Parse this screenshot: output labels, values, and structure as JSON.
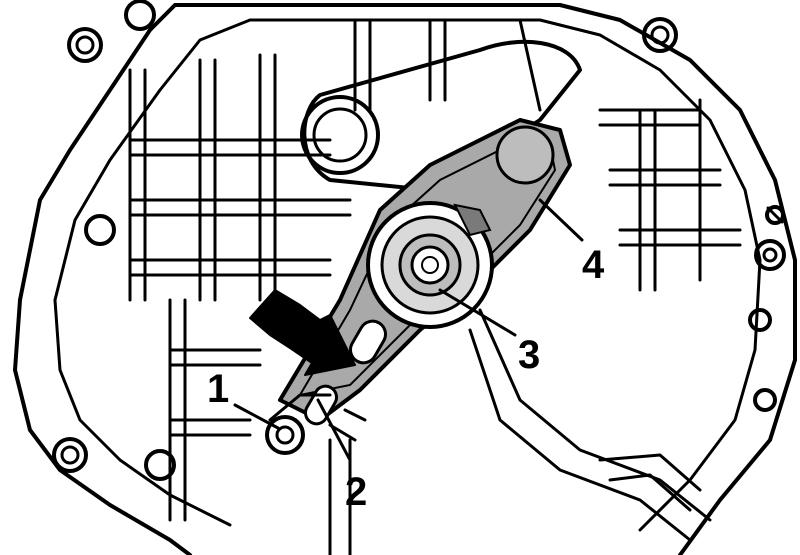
{
  "figure": {
    "callouts": [
      {
        "id": "1",
        "text": "1"
      },
      {
        "id": "2",
        "text": "2"
      },
      {
        "id": "3",
        "text": "3"
      },
      {
        "id": "4",
        "text": "4"
      }
    ],
    "colors": {
      "line": "#000000",
      "background": "#ffffff",
      "part_shading": "#a9a9a9",
      "dark_shading": "#7a7a7a"
    }
  }
}
